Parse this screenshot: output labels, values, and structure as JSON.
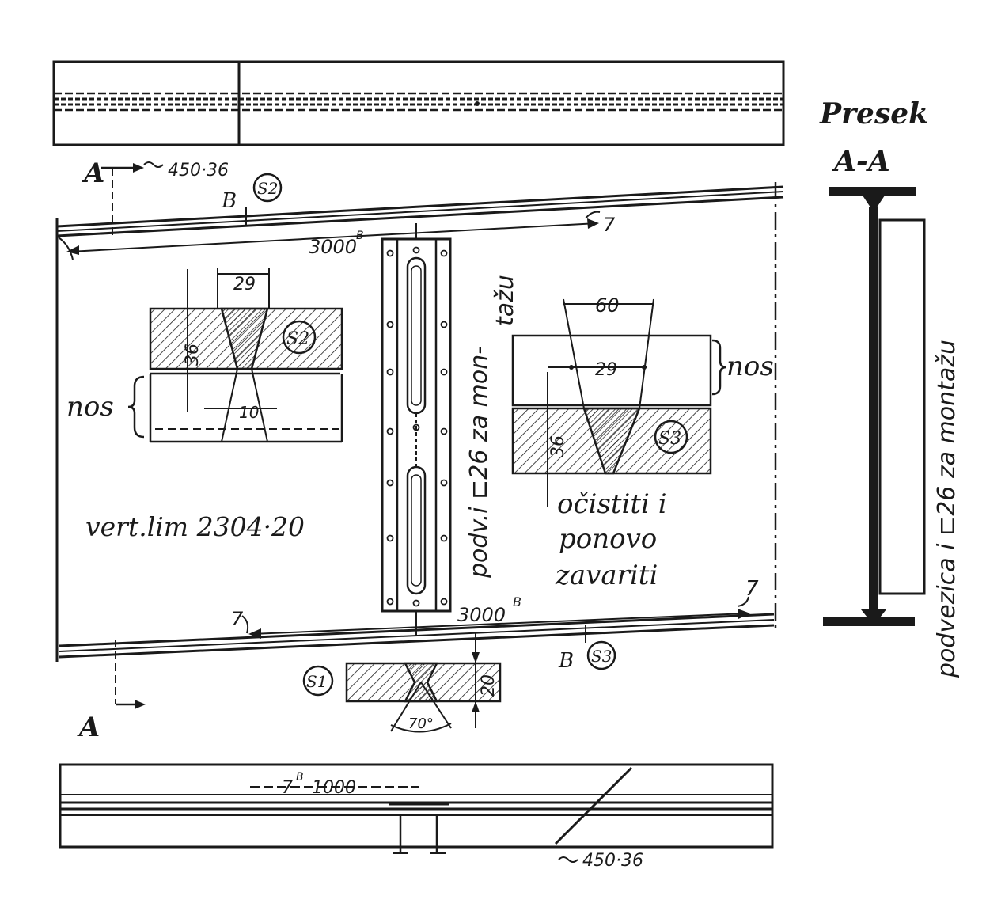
{
  "top_plan": {},
  "main_elevation": {
    "section_marker_letter": "A",
    "top_dim": "450·36",
    "top_weld_mark": "B",
    "top_weld_symbol": "S2",
    "top_dim_length": "3000",
    "top_dim_sup": "B",
    "top_dim_num": "7",
    "bottom_dim_length": "3000",
    "bottom_dim_sup": "B",
    "bottom_dim_num_left": "7",
    "bottom_dim_num_right": "7",
    "bottom_weld_mark": "B",
    "bottom_weld_symbol": "S3",
    "web_label": "vert.lim 2304·20",
    "splice_label": "podv.i ⊏26 za mon-tažu",
    "splice_label_line1": "podv.i ⊏26 za mon-",
    "splice_label_line2": "tažu"
  },
  "detail_left": {
    "top_width": "29",
    "thickness": "36",
    "root": "10",
    "symbol": "S2",
    "side_label": "nos"
  },
  "detail_right": {
    "top_width": "60",
    "inner_width": "29",
    "thickness": "36",
    "symbol": "S3",
    "side_label": "nos",
    "note_line1": "očistiti i",
    "note_line2": "ponovo",
    "note_line3": "zavariti"
  },
  "detail_bottom": {
    "symbol": "S1",
    "thickness": "20",
    "angle": "70°"
  },
  "bottom_plan": {
    "dim_num": "7",
    "dim_sup": "B",
    "dim_length": "1000",
    "dim_plate": "450·36"
  },
  "section_aa": {
    "title": "Presek",
    "label": "A-A",
    "side_label": "podvezica i ⊏26 za montažu"
  }
}
